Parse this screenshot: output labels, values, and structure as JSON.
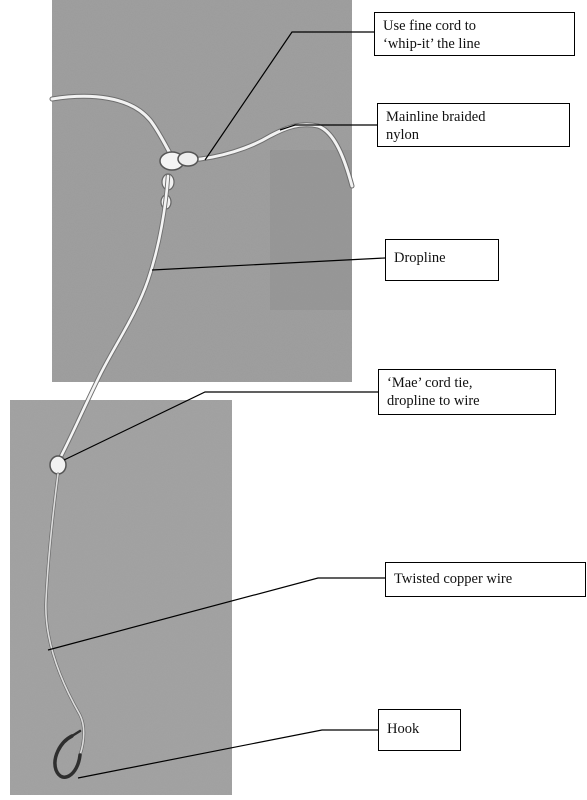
{
  "labels": {
    "whip": "Use fine cord to\n‘whip-it’ the line",
    "mainline": "Mainline braided\nnylon",
    "dropline": "Dropline",
    "mae": "‘Mae’ cord tie,\ndropline to wire",
    "wire": "Twisted copper wire",
    "hook": "Hook"
  },
  "colors": {
    "photo_base": "#9a9a9a",
    "cord": "#f2f2f2",
    "wire": "#d8d8d8",
    "leader_line": "#000000"
  }
}
